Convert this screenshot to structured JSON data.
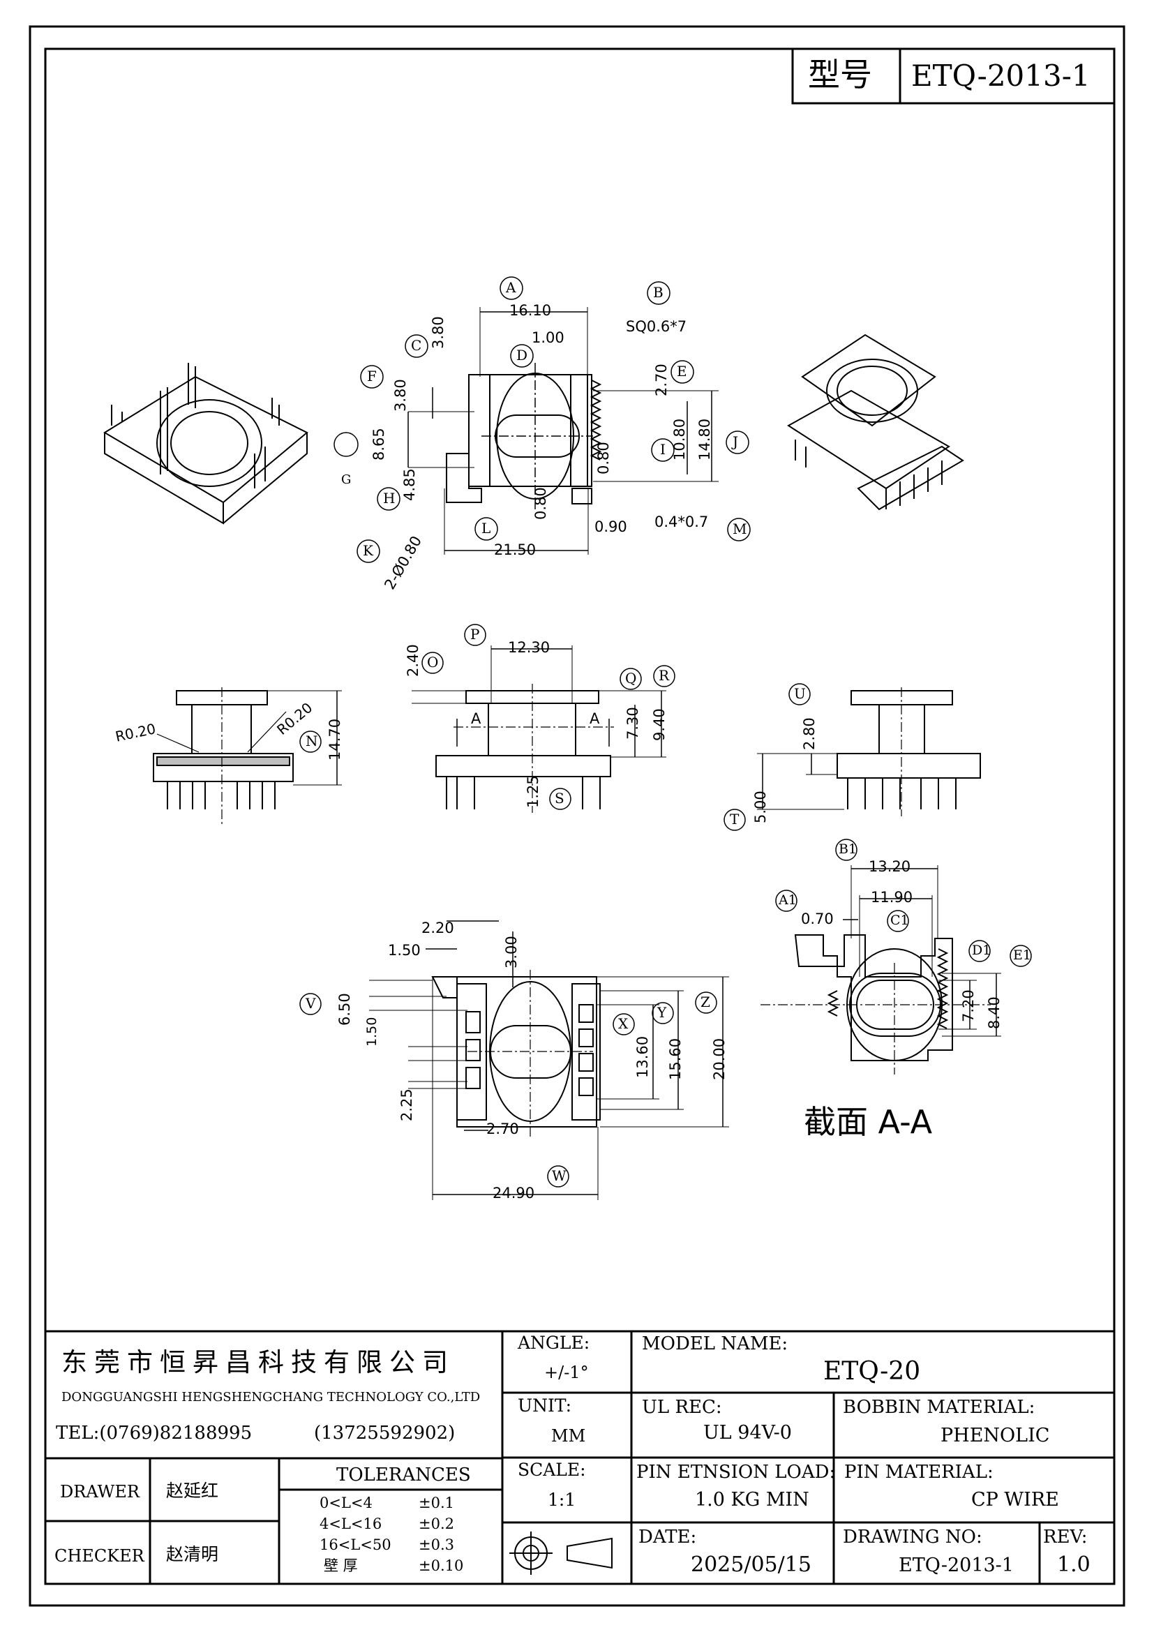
{
  "header": {
    "model_label": "型号",
    "model_value": "ETQ-2013-1"
  },
  "top_view": {
    "callouts": [
      "A",
      "B",
      "C",
      "D",
      "E",
      "F",
      "G",
      "H",
      "I",
      "J",
      "K",
      "L",
      "M"
    ],
    "dims": {
      "d16_10": "16.10",
      "d1_00": "1.00",
      "sq": "SQ0.6*7",
      "d3_80a": "3.80",
      "d3_80b": "3.80",
      "d2_70": "2.70",
      "d8_65": "8.65",
      "d10_80": "10.80",
      "d14_80": "14.80",
      "d0_80a": "0.80",
      "d4_85": "4.85",
      "d0_80b": "0.80",
      "d0_90": "0.90",
      "d0_4x0_7": "0.4*0.7",
      "d21_50": "21.50",
      "d2_0_80": "2-Ø0.80"
    }
  },
  "side_left": {
    "r1": "R0.20",
    "r2": "R0.20",
    "n": "N",
    "d14_70": "14.70"
  },
  "front_view": {
    "p": "P",
    "o": "O",
    "q": "Q",
    "r": "R",
    "s": "S",
    "d12_30": "12.30",
    "d2_40": "2.40",
    "d7_30": "7.30",
    "d9_40": "9.40",
    "d1_25": "1.25",
    "a_left": "A",
    "a_right": "A"
  },
  "side_right": {
    "u": "U",
    "t": "T",
    "d2_80": "2.80",
    "d5_00": "5.00"
  },
  "bottom_view": {
    "v": "V",
    "w": "W",
    "x": "X",
    "y": "Y",
    "z": "Z",
    "d2_20": "2.20",
    "d1_50a": "1.50",
    "d3_00": "3.00",
    "d6_50": "6.50",
    "d1_50b": "1.50",
    "d2_25": "2.25",
    "d2_70": "2.70",
    "d13_60": "13.60",
    "d15_60": "15.60",
    "d20_00": "20.00",
    "d24_90": "24.90"
  },
  "section": {
    "title": "截面  A-A",
    "b1": "B1",
    "a1": "A1",
    "c1": "C1",
    "d1": "D1",
    "e1": "E1",
    "d13_20": "13.20",
    "d11_90": "11.90",
    "d0_70": "0.70",
    "d7_20": "7.20",
    "d8_40": "8.40"
  },
  "title_block": {
    "company_cn": "东莞市恒昇昌科技有限公司",
    "company_en": "DONGGUANGSHI HENGSHENGCHANG TECHNOLOGY CO.,LTD",
    "tel": "TEL:(0769)82188995",
    "mobile": "(13725592902)",
    "drawer_label": "DRAWER",
    "drawer_name": "赵延红",
    "checker_label": "CHECKER",
    "checker_name": "赵清明",
    "tolerances_label": "TOLERANCES",
    "tolerances": [
      {
        "range": "0<L<4",
        "value": "±0.1"
      },
      {
        "range": "4<L<16",
        "value": "±0.2"
      },
      {
        "range": "16<L<50",
        "value": "±0.3"
      },
      {
        "range": "壁  厚",
        "value": "±0.10"
      }
    ],
    "angle_label": "ANGLE:",
    "angle_value": "+/-1°",
    "unit_label": "UNIT:",
    "unit_value": "MM",
    "scale_label": "SCALE:",
    "scale_value": "1:1",
    "model_name_label": "MODEL NAME:",
    "model_name_value": "ETQ-20",
    "ul_label": "UL REC:",
    "ul_value": "UL 94V-0",
    "bobbin_label": "BOBBIN MATERIAL:",
    "bobbin_value": "PHENOLIC",
    "pin_load_label": "PIN ETNSION LOAD:",
    "pin_load_value": "1.0 KG MIN",
    "pin_mat_label": "PIN MATERIAL:",
    "pin_mat_value": "CP WIRE",
    "date_label": "DATE:",
    "date_value": "2025/05/15",
    "drawing_label": "DRAWING NO:",
    "drawing_value": "ETQ-2013-1",
    "rev_label": "REV:",
    "rev_value": "1.0"
  }
}
